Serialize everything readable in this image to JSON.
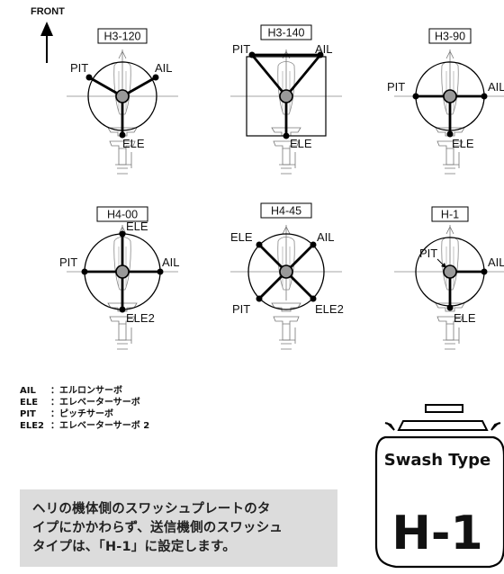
{
  "front_label": "FRONT",
  "swash_types": [
    {
      "title": "H3-120",
      "labels": [
        "PIT",
        "AIL",
        "ELE"
      ]
    },
    {
      "title": "H3-140",
      "labels": [
        "PIT",
        "AIL",
        "ELE"
      ]
    },
    {
      "title": "H3-90",
      "labels": [
        "PIT",
        "AIL",
        "ELE"
      ]
    },
    {
      "title": "H4-00",
      "labels": [
        "ELE",
        "PIT",
        "AIL",
        "ELE2"
      ]
    },
    {
      "title": "H4-45",
      "labels": [
        "ELE",
        "AIL",
        "PIT",
        "ELE2"
      ]
    },
    {
      "title": "H-1",
      "labels": [
        "PIT",
        "AIL",
        "ELE"
      ]
    }
  ],
  "legend": [
    {
      "key": "AIL",
      "value": "：エルロンサーボ"
    },
    {
      "key": "ELE",
      "value": "：エレベーターサーボ"
    },
    {
      "key": "PIT",
      "value": "：ピッチサーボ"
    },
    {
      "key": "ELE2",
      "value": "：エレベーターサーボ 2"
    }
  ],
  "note": {
    "lines": [
      "ヘリの機体側のスワッシュプレートのタ",
      "イプにかかわらず、送信機側のスワッシュ",
      "タイプは、「H-1」に設定します。"
    ]
  },
  "badge": {
    "line1": "Swash Type",
    "line2": "H-1"
  }
}
